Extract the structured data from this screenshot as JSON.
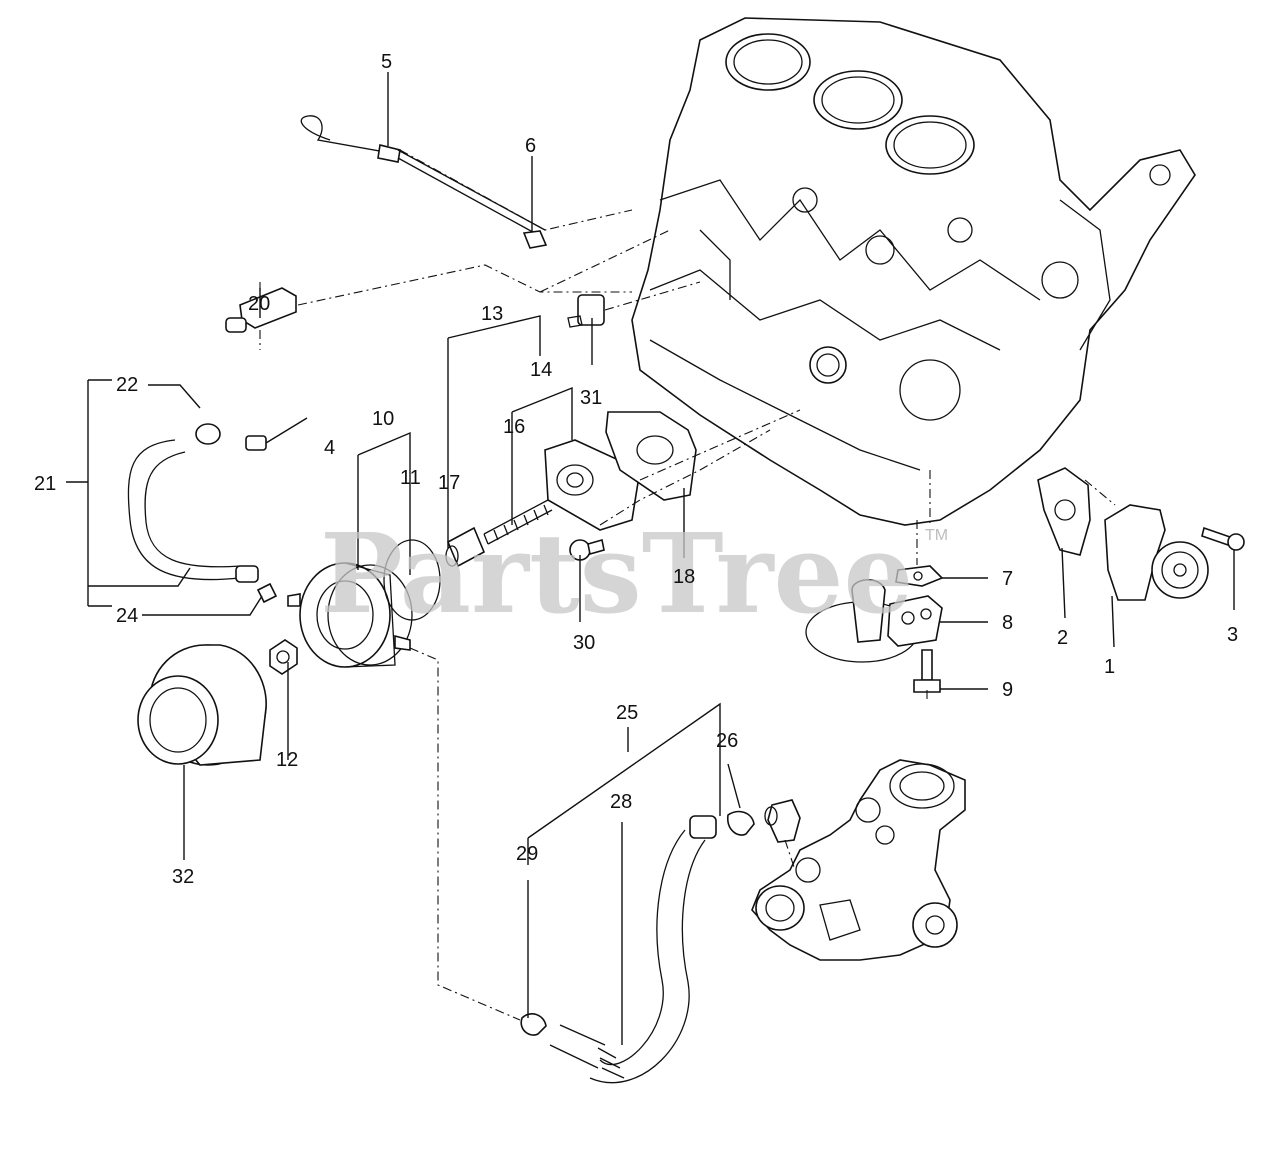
{
  "diagram": {
    "watermark": "PartsTree",
    "watermark_mark": "TM",
    "callouts": [
      "1",
      "2",
      "3",
      "4",
      "5",
      "6",
      "7",
      "8",
      "9",
      "10",
      "11",
      "12",
      "13",
      "14",
      "16",
      "17",
      "18",
      "20",
      "21",
      "22",
      "24",
      "25",
      "26",
      "28",
      "29",
      "30",
      "31",
      "32"
    ]
  }
}
